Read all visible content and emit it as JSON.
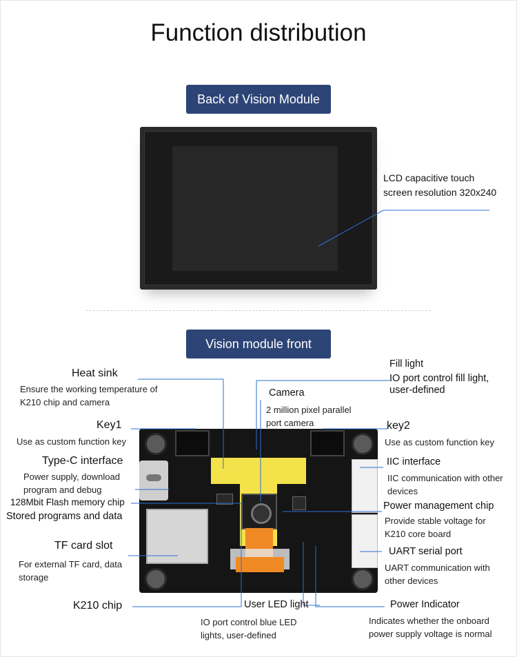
{
  "title": "Function distribution",
  "sections": {
    "back_label": "Back of Vision Module",
    "front_label": "Vision module front"
  },
  "back_callouts": {
    "lcd": "LCD capacitive touch\nscreen resolution 320x240"
  },
  "front_callouts": {
    "heat_sink": {
      "title": "Heat sink",
      "desc": "Ensure the working temperature of K210 chip and camera"
    },
    "fill_light": {
      "title": "Fill light",
      "desc": "IO port control fill light, user-defined"
    },
    "camera": {
      "title": "Camera",
      "desc": "2 million pixel parallel port camera"
    },
    "key1": {
      "title": "Key1",
      "desc": "Use as custom function key"
    },
    "key2": {
      "title": "key2",
      "desc": "Use as custom function key"
    },
    "type_c": {
      "title": "Type-C interface",
      "desc": "Power supply, download program and debug"
    },
    "iic": {
      "title": "IIC interface",
      "desc": "IIC communication with other devices"
    },
    "flash": {
      "title": "128Mbit Flash memory chip",
      "desc": "Stored programs and data"
    },
    "power_chip": {
      "title": "Power management chip",
      "desc": "Provide stable voltage for K210 core board"
    },
    "tf_card": {
      "title": "TF card slot",
      "desc": "For external TF card, data storage"
    },
    "uart": {
      "title": "UART serial port",
      "desc": "UART communication with other devices"
    },
    "k210": {
      "title": "K210 chip"
    },
    "user_led": {
      "title": "User LED light",
      "desc": "IO port control blue LED lights, user-defined"
    },
    "power_indicator": {
      "title": "Power Indicator",
      "desc": "Indicates whether the onboard power supply voltage is normal"
    }
  },
  "colors": {
    "pill_bg": "#2d4476",
    "leader_line": "#2b6fd6",
    "pcb": "#151515",
    "heatsink": "#f3e24a",
    "camera_mount": "#f08a24"
  }
}
